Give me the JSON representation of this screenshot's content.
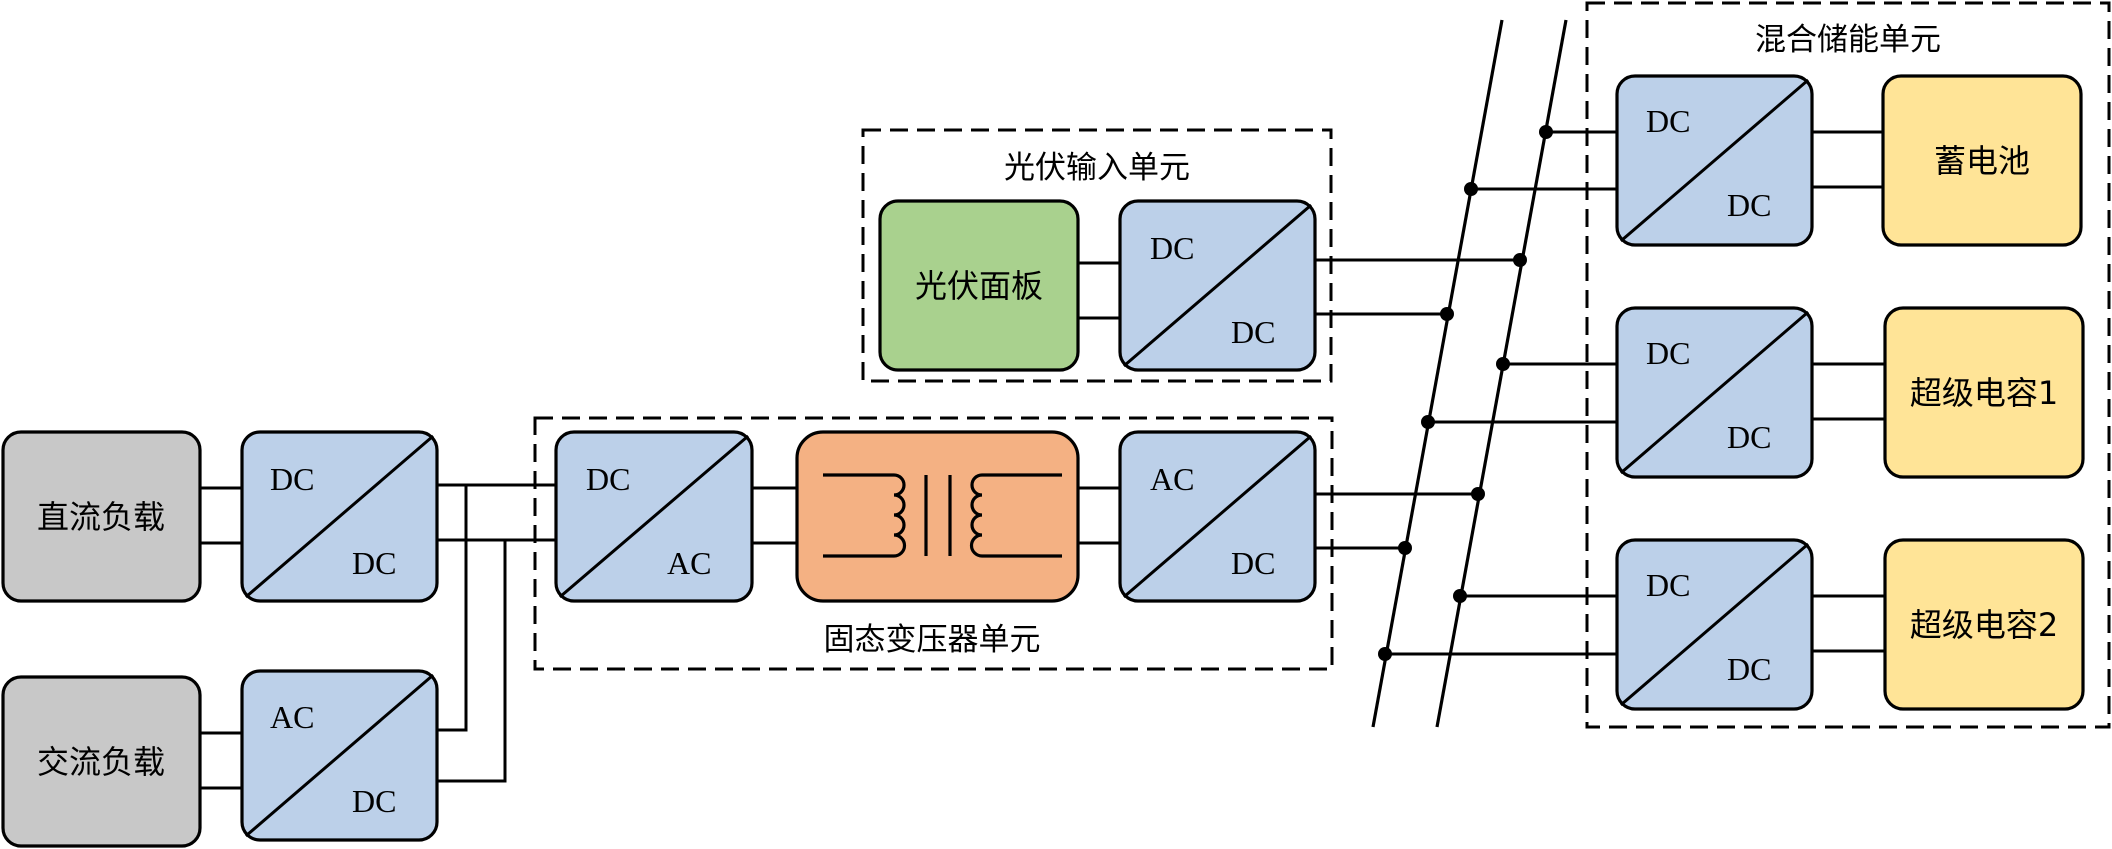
{
  "colors": {
    "converter": "#bcd0e9",
    "load": "#c8c8c8",
    "pv_panel": "#a9d18e",
    "transformer": "#f4b183",
    "storage": "#ffe497",
    "line": "#000000"
  },
  "groups": {
    "pv_unit": "光伏输入单元",
    "sst_unit": "固态变压器单元",
    "storage_unit": "混合储能单元"
  },
  "blocks": {
    "dc_load": "直流负载",
    "ac_load": "交流负载",
    "pv_panel": "光伏面板",
    "battery": "蓄电池",
    "supercap1": "超级电容1",
    "supercap2": "超级电容2"
  },
  "converters": {
    "load_dcdc": {
      "top": "DC",
      "bottom": "DC"
    },
    "load_acdc": {
      "top": "AC",
      "bottom": "DC"
    },
    "sst_dcac": {
      "top": "DC",
      "bottom": "AC"
    },
    "sst_acdc": {
      "top": "AC",
      "bottom": "DC"
    },
    "pv_dcdc": {
      "top": "DC",
      "bottom": "DC"
    },
    "bat_dcdc": {
      "top": "DC",
      "bottom": "DC"
    },
    "sc1_dcdc": {
      "top": "DC",
      "bottom": "DC"
    },
    "sc2_dcdc": {
      "top": "DC",
      "bottom": "DC"
    }
  },
  "transformer_icon": "transformer-icon"
}
